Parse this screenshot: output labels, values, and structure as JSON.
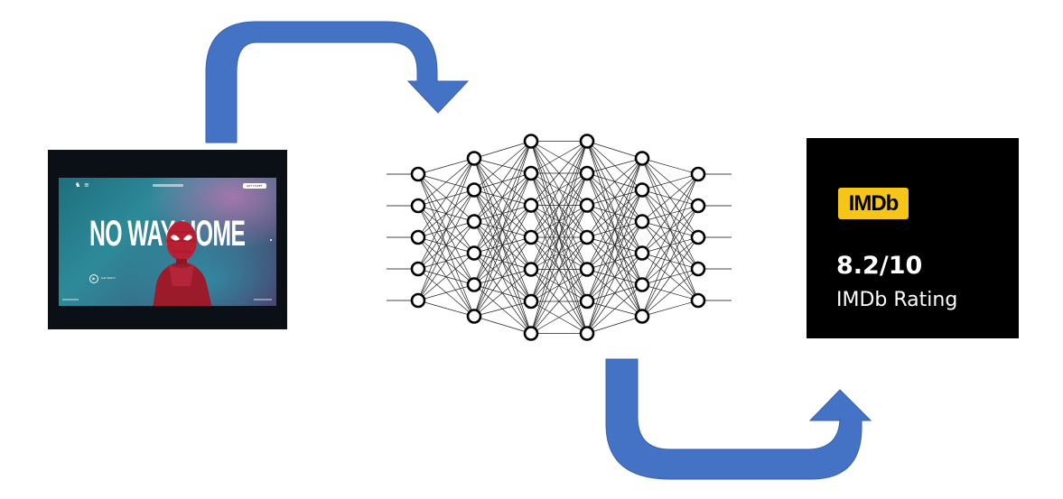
{
  "poster": {
    "title": "NO WAY HOME",
    "cta_label": "GET TICKET",
    "play_label": "Get Watch"
  },
  "imdb": {
    "logo_text": "IMDb",
    "rating": "8.2/10",
    "rating_label": "IMDb Rating"
  },
  "network": {
    "layers": [
      5,
      6,
      7,
      7,
      6,
      5
    ]
  },
  "colors": {
    "arrow": "#4472c4",
    "arrow_stroke": "#3a62aa",
    "imdb_yellow": "#f5c518",
    "card_background": "#000000"
  }
}
